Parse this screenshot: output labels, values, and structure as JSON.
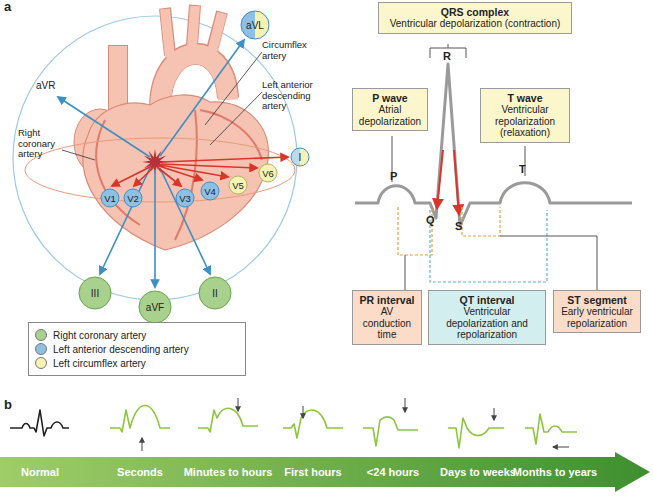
{
  "diagram": {
    "nodes": [
      {
        "text": [
          "aVL"
        ]
      },
      {
        "text": [
          "I"
        ]
      },
      {
        "text": [
          "V1"
        ]
      },
      {
        "text": [
          "V2"
        ]
      },
      {
        "text": [
          "V3"
        ]
      },
      {
        "text": [
          "V4"
        ]
      },
      {
        "text": [
          "V5"
        ]
      },
      {
        "text": [
          "V6"
        ]
      },
      {
        "text": [
          "III"
        ]
      },
      {
        "text": [
          "aVF"
        ]
      },
      {
        "text": [
          "II"
        ]
      },
      {
        "text": [
          "QRS complex",
          "Ventricular depolarization (contraction)"
        ]
      },
      {
        "text": [
          "P wave",
          "Atrial depolarization"
        ]
      },
      {
        "text": [
          "T wave",
          "Ventricular repolarization (relaxation)"
        ]
      },
      {
        "text": [
          "PR interval",
          "AV conduction time"
        ]
      },
      {
        "text": [
          "QT interval",
          "Ventricular depolarization and repolarization"
        ]
      },
      {
        "text": [
          "ST segment",
          "Early ventricular repolarization"
        ]
      },
      {
        "text": [
          "Normal",
          "Seconds",
          "Minutes to hours",
          "First hours",
          "<24 hours",
          "Days to weeks",
          "Months to years"
        ]
      }
    ],
    "labels": [
      "a",
      "aVR",
      "Circumflex artery",
      "Left anterior descending artery",
      "Right coronary artery",
      "P",
      "R",
      "Q",
      "S",
      "T",
      "b"
    ],
    "legend": [
      {
        "text": "Right coronary artery",
        "color": "#a9d18e"
      },
      {
        "text": "Left anterior descending artery",
        "color": "#8ec0e4"
      },
      {
        "text": "Left circumflex artery",
        "color": "#f6f2b3"
      }
    ]
  }
}
